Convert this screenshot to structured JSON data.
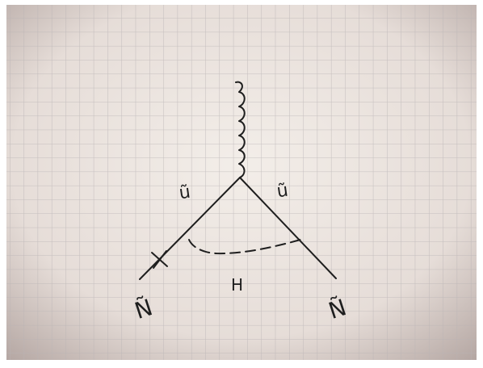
{
  "diagram": {
    "labels": {
      "left_upper": "ũ",
      "right_upper": "ũ",
      "loop": "H",
      "left_lower": "Ñ",
      "right_lower": "Ñ"
    },
    "colors": {
      "paper_center": "#f1ebe6",
      "paper_corner": "#b9aba7",
      "grid_line": "#c9c4c4",
      "ink": "#1e1e1e"
    }
  }
}
